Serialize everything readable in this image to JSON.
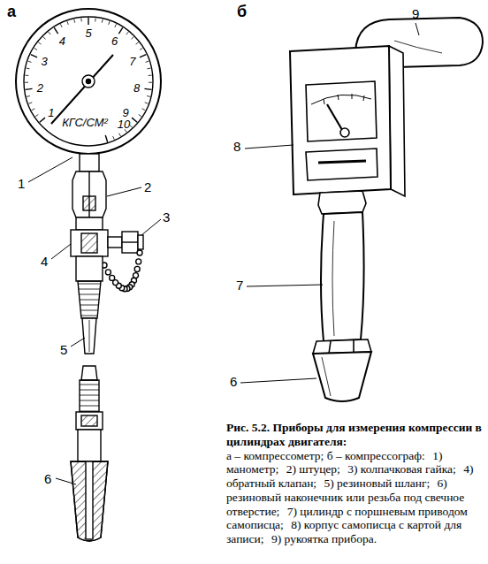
{
  "diagram": {
    "caption": "Рис. 5.2. Приборы для измерения компрессии в цилиндрах двигателя:",
    "labels": [
      "а",
      "б",
      "1",
      "2",
      "3",
      "4",
      "5",
      "6",
      "7",
      "8",
      "9",
      "КГС/СМ²",
      "10",
      "1",
      "2",
      "3",
      "4",
      "5",
      "6",
      "9",
      "8",
      "7",
      "6",
      "а – компрессометр; б – компрессограф:",
      "1) манометр;",
      "2) штуцер;",
      "3) колпачковая гайка;",
      "4) обратный клапан;",
      "5) резиновый шланг;",
      "6) резиновый наконечник или резьба под свечное отверстие;",
      "7) цилиндр с поршневым приводом самописца;",
      "8) корпус самописца с картой для записи;",
      "9) рукоятка прибора."
    ]
  }
}
